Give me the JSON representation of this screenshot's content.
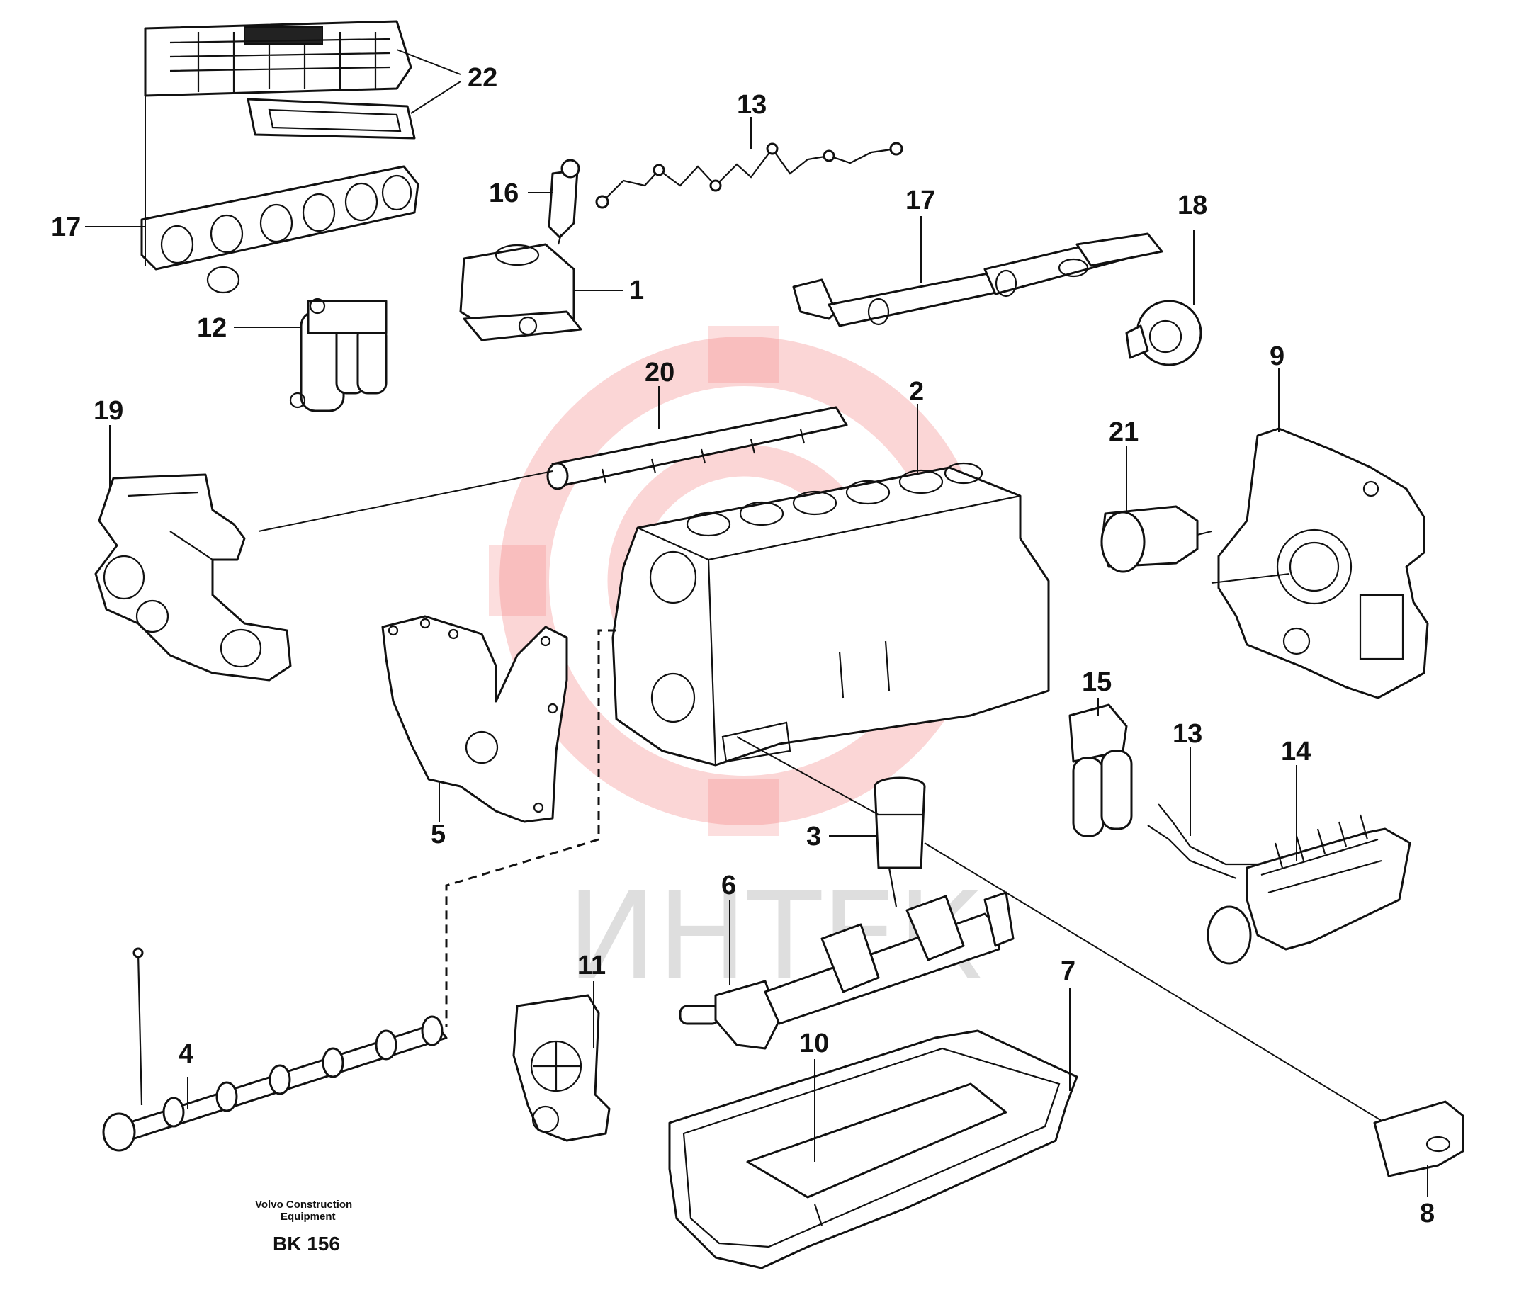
{
  "callouts": {
    "p1": "1",
    "p2": "2",
    "p3": "3",
    "p4": "4",
    "p5": "5",
    "p6": "6",
    "p7": "7",
    "p8": "8",
    "p9": "9",
    "p10": "10",
    "p11": "11",
    "p12": "12",
    "p13a": "13",
    "p13b": "13",
    "p14": "14",
    "p15": "15",
    "p16": "16",
    "p17a": "17",
    "p17b": "17",
    "p18": "18",
    "p19": "19",
    "p20": "20",
    "p21": "21",
    "p22": "22"
  },
  "footer": {
    "company_line1": "Volvo Construction",
    "company_line2": "Equipment",
    "drawing_code": "BK 156"
  },
  "watermark": {
    "text": "ИНТЕК"
  }
}
